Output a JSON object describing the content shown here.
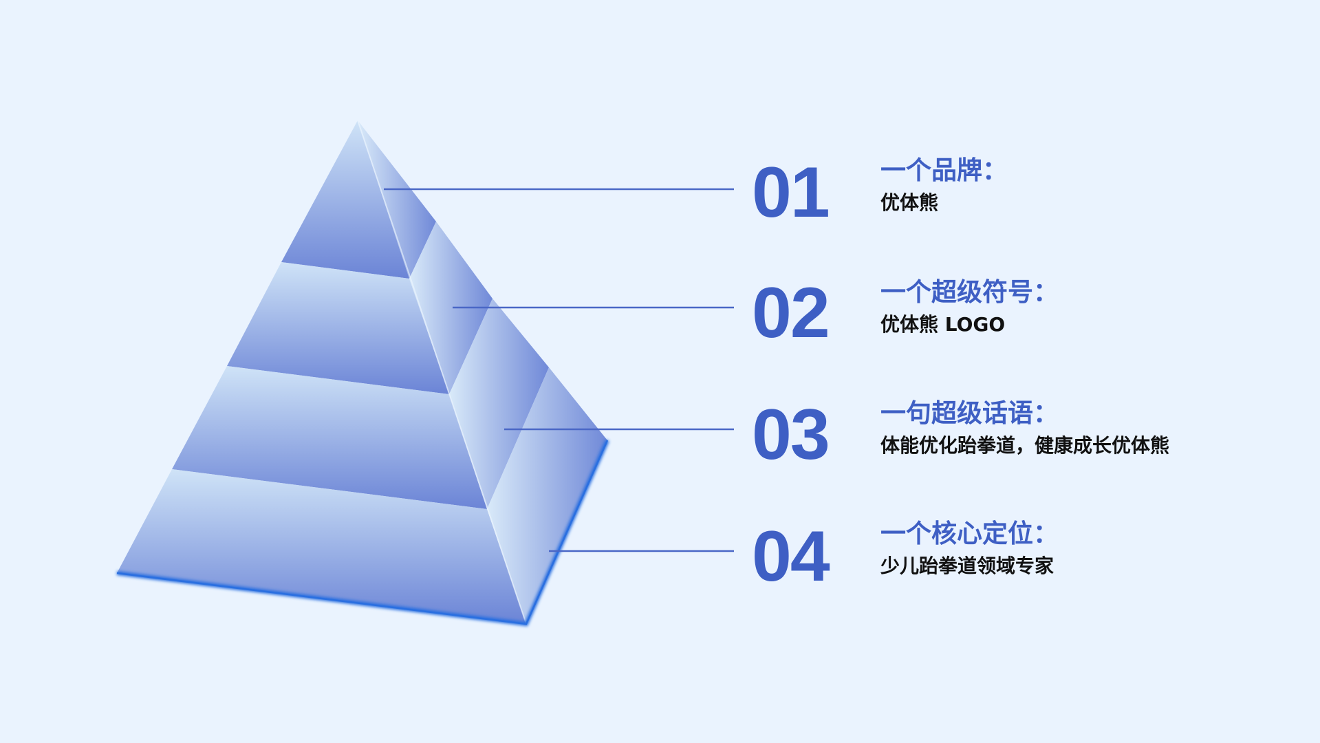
{
  "colors": {
    "background": "#eaf3fe",
    "accent": "#3e5fc4",
    "connector_line": "#4a67c6",
    "description_text": "#111111",
    "pyramid_light": "#cfe3f7",
    "pyramid_dark": "#6b84d6",
    "pyramid_edge": "#2a6fe0"
  },
  "pyramid": {
    "levels": 4
  },
  "items": [
    {
      "number": "01",
      "title": "一个品牌：",
      "description": "优体熊"
    },
    {
      "number": "02",
      "title": "一个超级符号：",
      "description": "优体熊 LOGO"
    },
    {
      "number": "03",
      "title": "一句超级话语：",
      "description": "体能优化跆拳道，健康成长优体熊"
    },
    {
      "number": "04",
      "title": "一个核心定位：",
      "description": "少儿跆拳道领域专家"
    }
  ]
}
